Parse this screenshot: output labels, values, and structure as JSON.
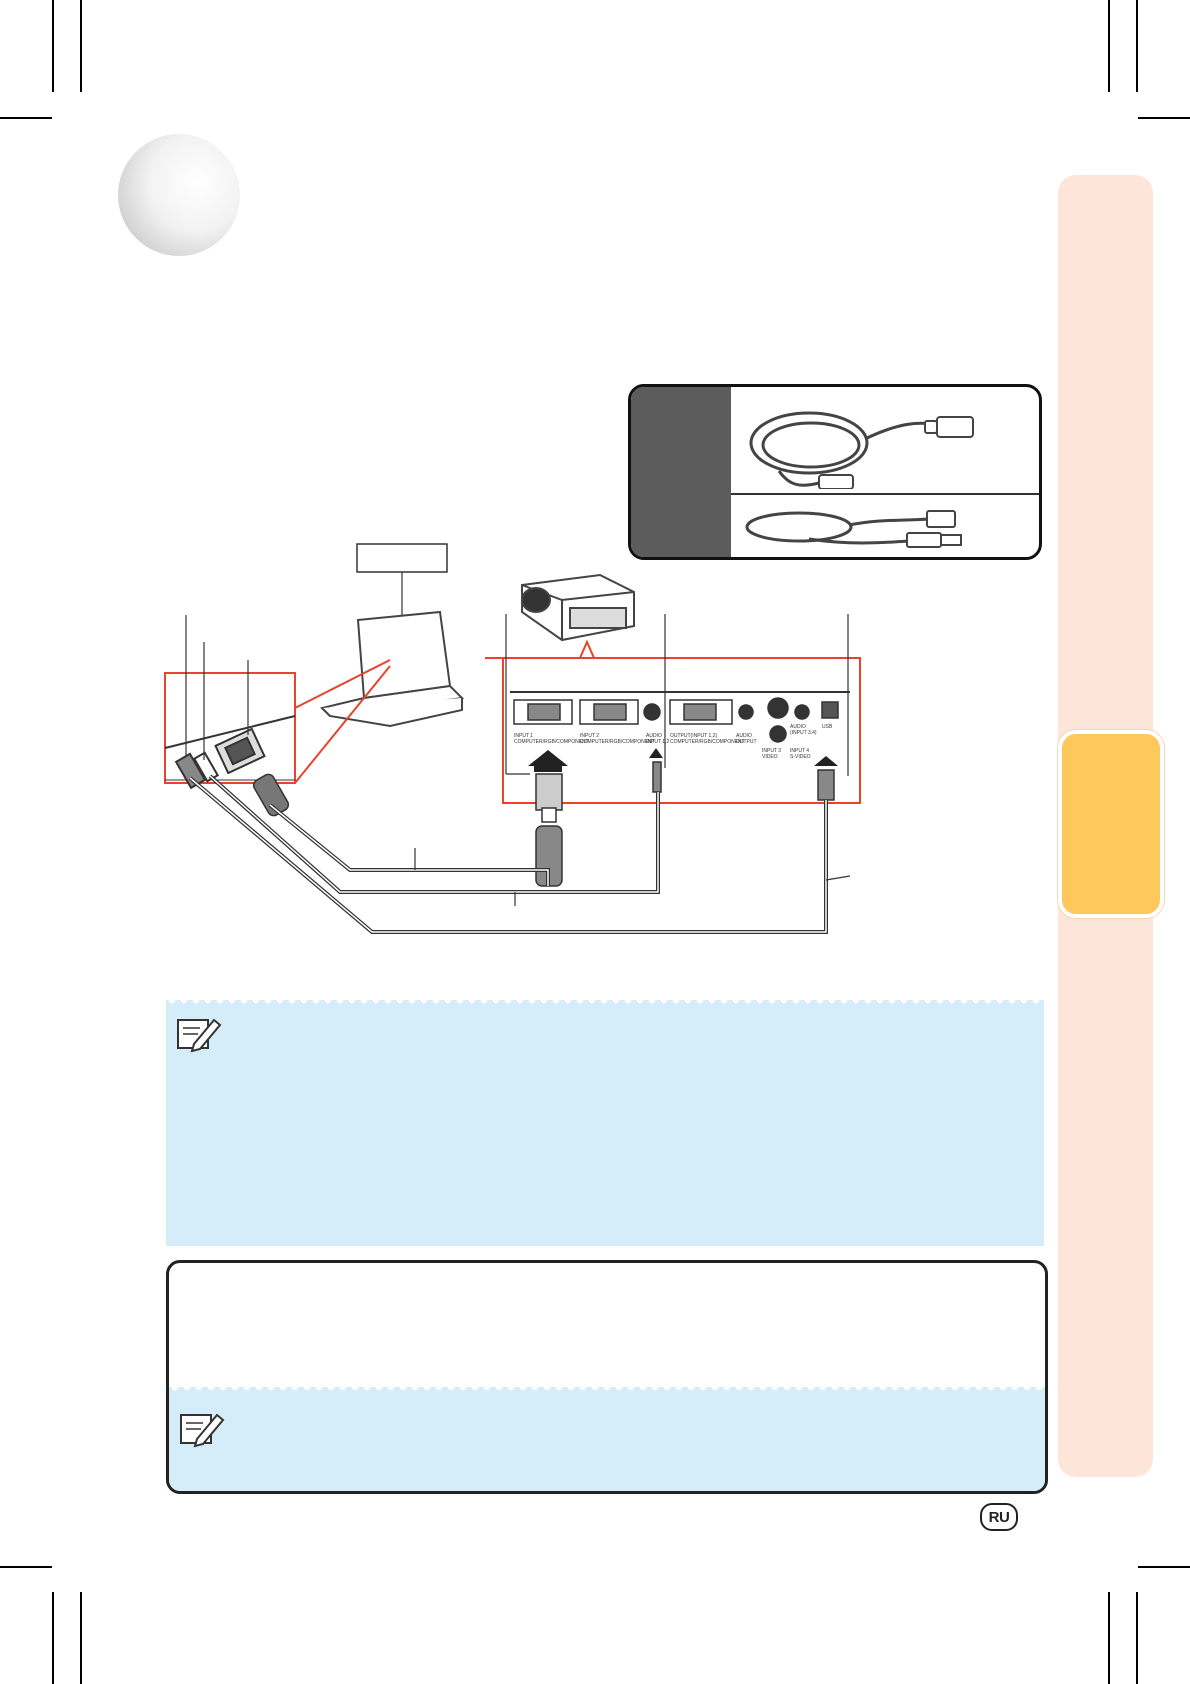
{
  "page": {
    "language_badge": "RU"
  },
  "diagram": {
    "projector_ports": [
      {
        "line1": "INPUT 1",
        "line2": "COMPUTER/RGB/COMPONENT"
      },
      {
        "line1": "INPUT 2",
        "line2": "COMPUTER/RGB/COMPONENT"
      },
      {
        "line1": "AUDIO",
        "line2": "INPUT 1,2"
      },
      {
        "line1": "OUTPUT(INPUT 1,2)",
        "line2": "COMPUTER/RGB/COMPONENT"
      },
      {
        "line1": "AUDIO",
        "line2": "OUTPUT"
      },
      {
        "line1": "INPUT 3",
        "line2": "VIDEO"
      },
      {
        "line1": "AUDIO",
        "line2": "(INPUT 3,4)"
      },
      {
        "line1": "INPUT 4",
        "line2": "S-VIDEO"
      },
      {
        "line1": "USB",
        "line2": ""
      }
    ]
  },
  "colors": {
    "side_strip": "#fde6d9",
    "side_tab_active": "#ffc85a",
    "note_background": "#d5edf8",
    "highlight_frame": "#e8432c",
    "accessory_label_area": "#5c5c5c"
  },
  "icons": {
    "note": "pencil-note-icon",
    "language": "ru-badge-icon"
  }
}
